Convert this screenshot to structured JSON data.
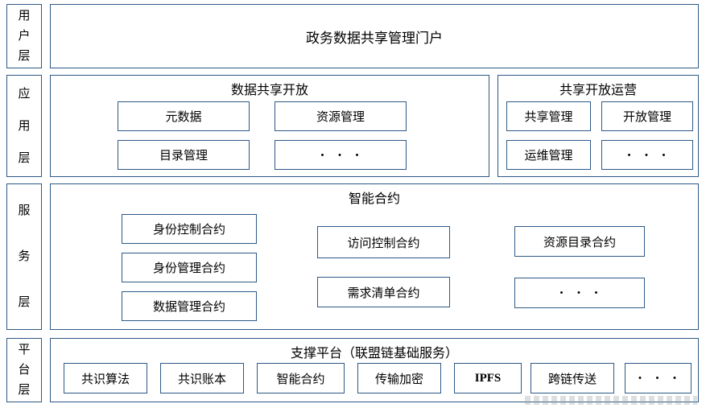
{
  "diagram": {
    "layers": {
      "user": {
        "label": "用户层"
      },
      "app": {
        "label": "应用层"
      },
      "service": {
        "label": "服务层"
      },
      "platform": {
        "label": "平台层"
      }
    },
    "user_layer": {
      "portal": "政务数据共享管理门户"
    },
    "app_layer": {
      "data_sharing": {
        "title": "数据共享开放",
        "items": [
          "元数据",
          "资源管理",
          "目录管理",
          "・ ・ ・"
        ]
      },
      "operation": {
        "title": "共享开放运营",
        "items": [
          "共享管理",
          "开放管理",
          "运维管理",
          "・ ・ ・"
        ]
      }
    },
    "service_layer": {
      "title": "智能合约",
      "col1": [
        "身份控制合约",
        "身份管理合约",
        "数据管理合约"
      ],
      "col2": [
        "访问控制合约",
        "需求清单合约"
      ],
      "col3": [
        "资源目录合约",
        "・ ・ ・"
      ]
    },
    "platform_layer": {
      "title": "支撑平台（联盟链基础服务）",
      "items": [
        "共识算法",
        "共识账本",
        "智能合约",
        "传输加密",
        "IPFS",
        "跨链传送",
        "・ ・ ・"
      ]
    }
  }
}
